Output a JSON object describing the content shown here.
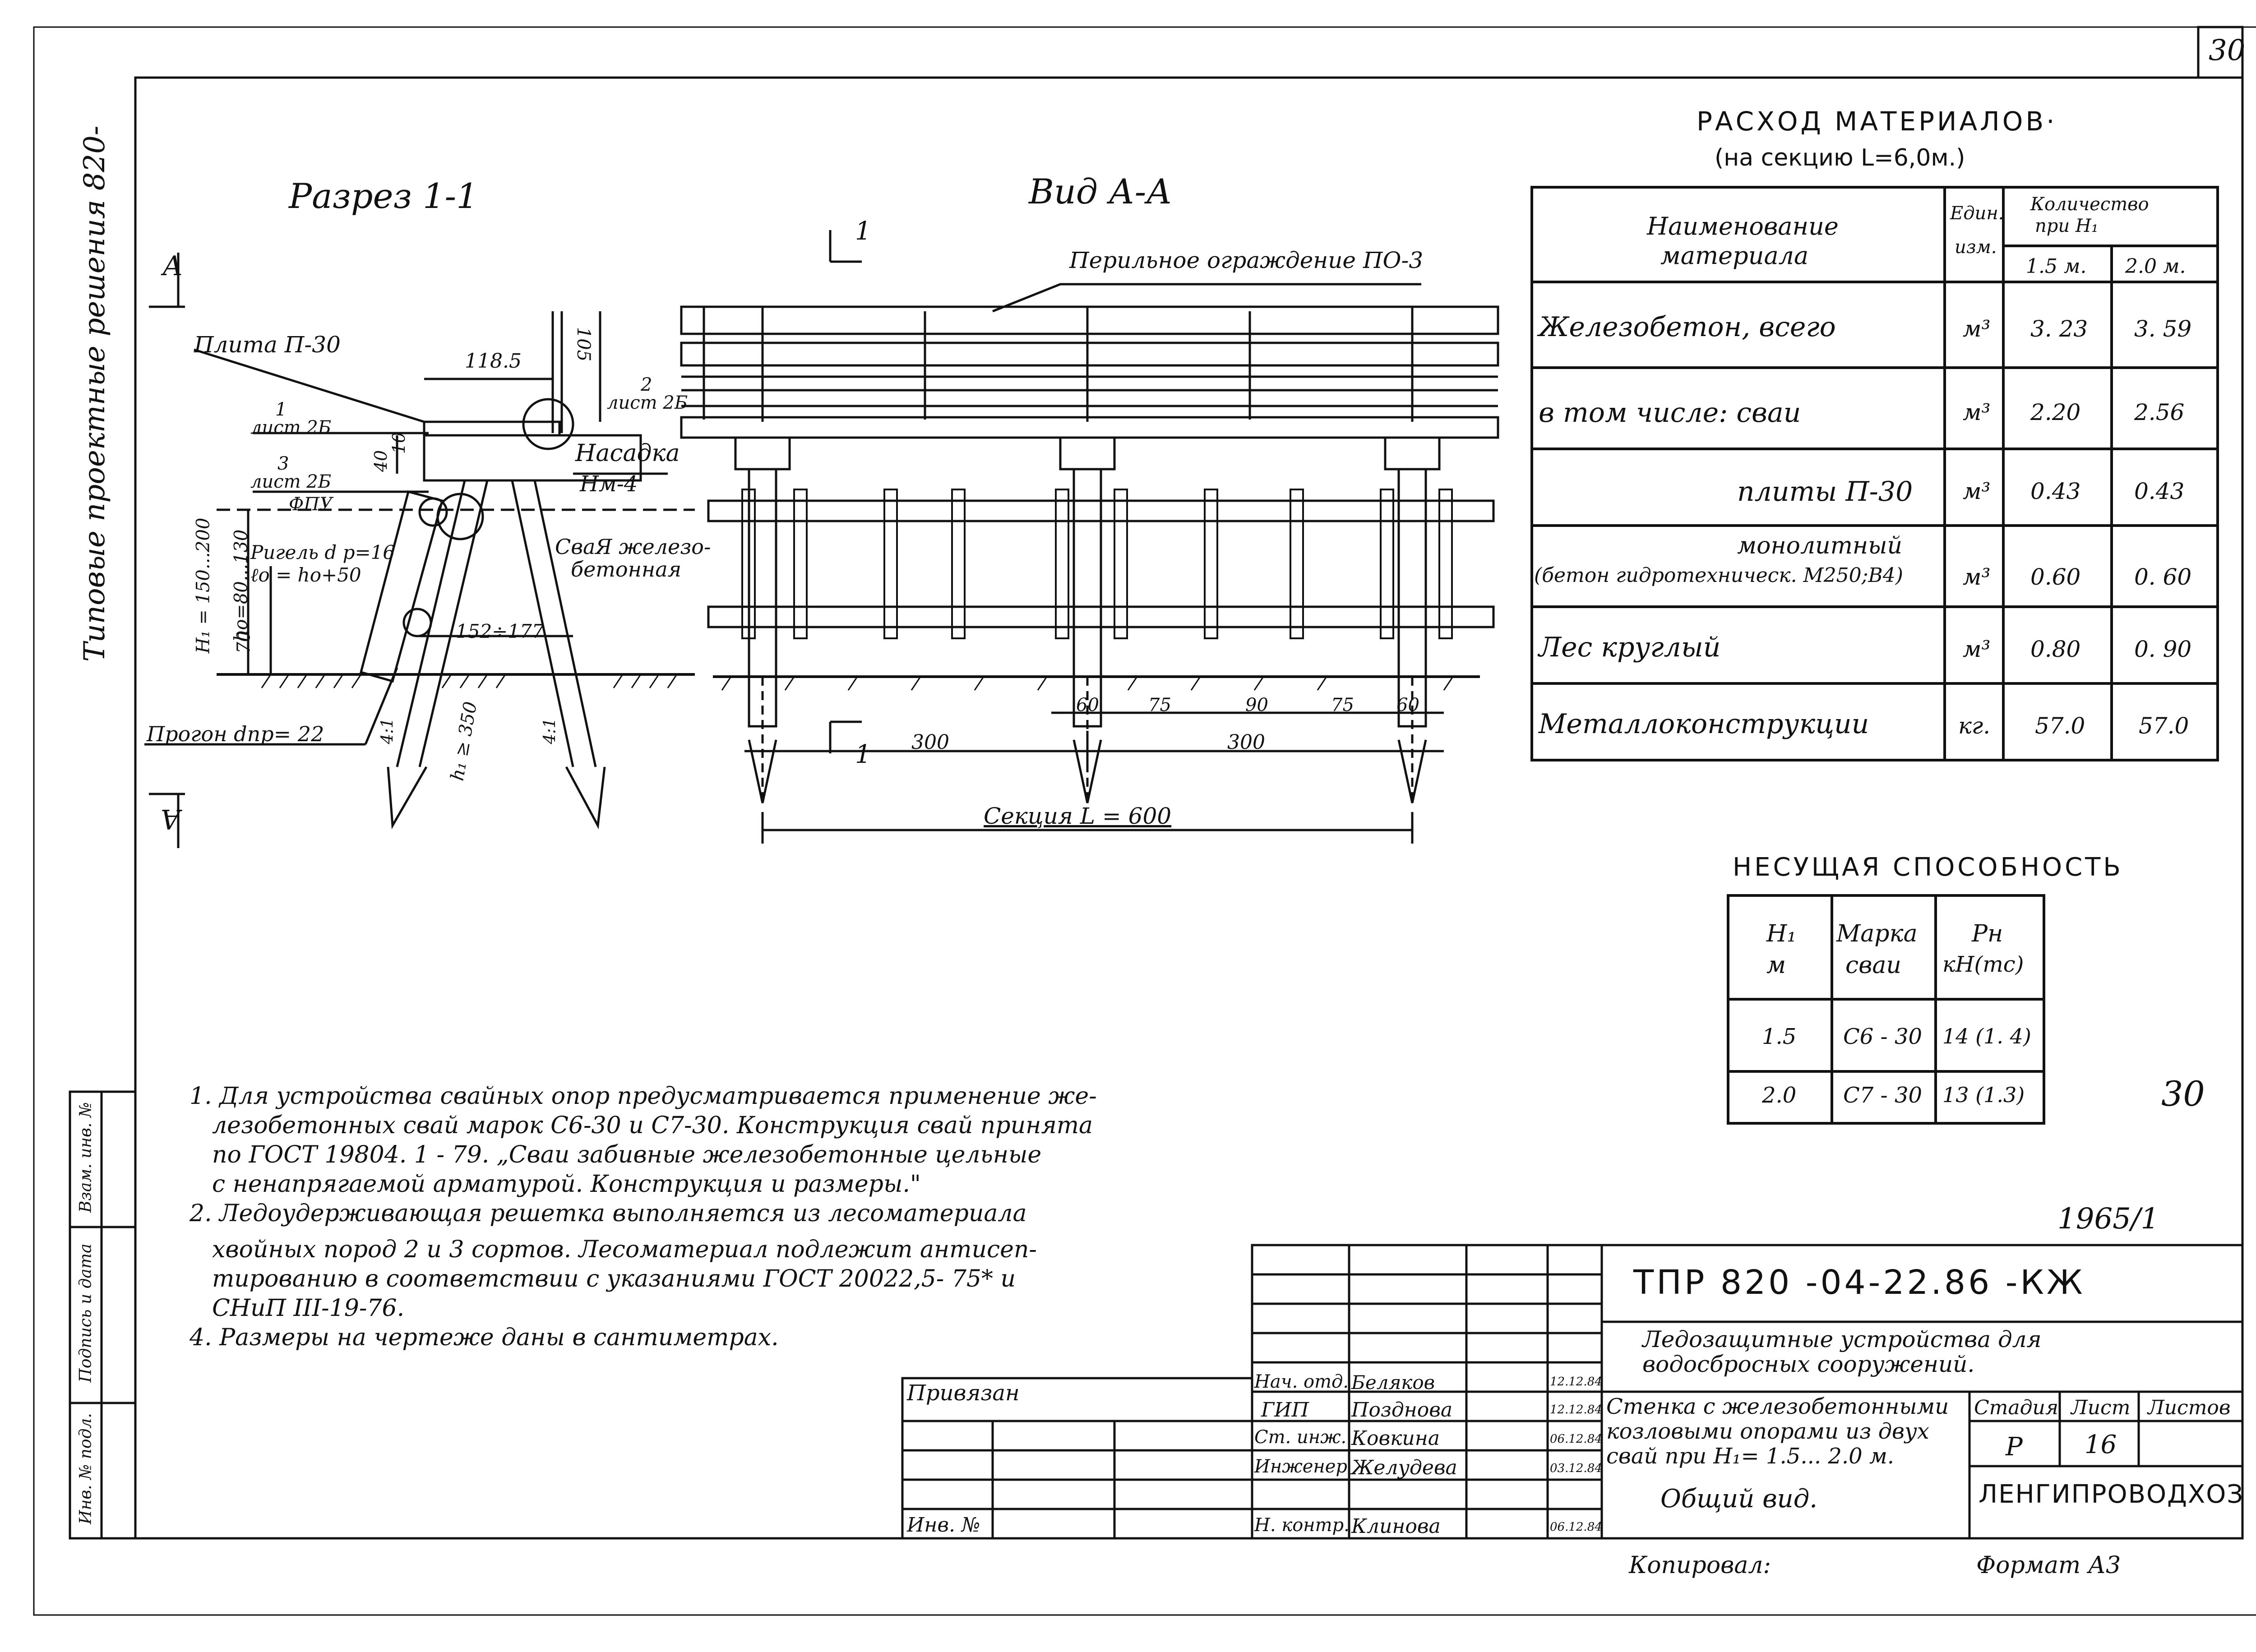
{
  "sheet": {
    "page_number": "30",
    "side_label": "Типовые проектные решения 820-"
  },
  "section_1_1": {
    "title": "Разрез 1-1",
    "view_marker": "А",
    "labels": {
      "plita": "Плита П-30",
      "list2b_a_num": "1",
      "list2b_a": "лист 2Б",
      "list2b_b_num": "2",
      "list2b_b": "лист 2Б",
      "list2b_c_num": "3",
      "list2b_c": "лист 2Б",
      "fpu": "ФПУ",
      "nasadka_1": "Насадка",
      "nasadka_2": "Нм-4",
      "rigel_1": "Ригель d р=16",
      "rigel_2": "ℓо = hо+50",
      "svaya_1": "СваЯ железо-",
      "svaya_2": "бетонная",
      "progon": "Прогон dпр= 22",
      "h1": "H₁ = 150...200",
      "h0": "hо=80...130",
      "dim_118": "118.5",
      "dim_105": "105",
      "dim_40": "40",
      "dim_10": "10",
      "dim_70": "70",
      "dim_152": "152÷177",
      "dim_350": "h₁ ≥ 350",
      "slope_a": "4:1",
      "slope_b": "4:1"
    }
  },
  "view_a_a": {
    "title": "Вид А-А",
    "railing": "Перильное ограждение ПО-3",
    "cut_mark": "1",
    "dims": {
      "d60a": "60",
      "d75a": "75",
      "d90": "90",
      "d75b": "75",
      "d60b": "60",
      "d300a": "300",
      "d300b": "300",
      "section": "Секция L = 600"
    }
  },
  "materials": {
    "title": "РАСХОД МАТЕРИАЛОВ·",
    "subtitle": "(на секцию L=6,0м.)",
    "head_name_1": "Наименование",
    "head_name_2": "материала",
    "head_unit_1": "Един.",
    "head_unit_2": "изм.",
    "head_qty_1": "Количество",
    "head_qty_2": "при H₁",
    "head_h15": "1.5 м.",
    "head_h20": "2.0 м.",
    "rows": [
      {
        "name": "Железобетон, всего",
        "unit": "м³",
        "v1": "3. 23",
        "v2": "3. 59"
      },
      {
        "name": "в том числе: сваи",
        "unit": "м³",
        "v1": "2.20",
        "v2": "2.56"
      },
      {
        "name": "плиты П-30",
        "unit": "м³",
        "v1": "0.43",
        "v2": "0.43"
      },
      {
        "name": "монолитный",
        "name2": "(бетон гидротехническ. М250;В4)",
        "unit": "м³",
        "v1": "0.60",
        "v2": "0. 60"
      },
      {
        "name": "Лес круглый",
        "unit": "м³",
        "v1": "0.80",
        "v2": "0. 90"
      },
      {
        "name": "Металлоконструкции",
        "unit": "кг.",
        "v1": "57.0",
        "v2": "57.0"
      }
    ]
  },
  "capacity": {
    "title": "НЕСУЩАЯ СПОСОБНОСТЬ",
    "head_h_1": "H₁",
    "head_h_2": "м",
    "head_mark_1": "Марка",
    "head_mark_2": "сваи",
    "head_p_1": "Pн",
    "head_p_2": "кН(тс)",
    "rows": [
      {
        "h": "1.5",
        "mark": "С6 - 30",
        "p": "14 (1. 4)"
      },
      {
        "h": "2.0",
        "mark": "С7 - 30",
        "p": "13 (1.3)"
      }
    ],
    "side_number": "30"
  },
  "notes": [
    "1. Для устройства свайных опор предусматривается применение же-",
    "лезобетонных свай марок С6-30 и С7-30. Конструкция свай принята",
    "по ГОСТ 19804. 1 - 79. „Сваи забивные железобетонные цельные",
    "с ненапрягаемой арматурой. Конструкция и размеры.\"",
    "2. Ледоудерживающая решетка выполняется из лесоматериала",
    "хвойных пород 2 и 3 сортов. Лесоматериал подлежит антисеп-",
    "тированию в соответствии с указаниями ГОСТ 20022,5- 75* и",
    "СНиП III-19-76.",
    "4. Размеры на чертеже даны в сантиметрах."
  ],
  "stamp": {
    "inventory": "1965/1",
    "code": "ТПР 820 -04-22.86 -КЖ",
    "project_1": "Ледозащитные устройства для",
    "project_2": "водосбросных сооружений.",
    "privyazan": "Привязан",
    "inv_no": "Инв. №",
    "sheet_title_1": "Стенка с железобетонными",
    "sheet_title_2": "козловыми опорами из двух",
    "sheet_title_3": "свай при H₁= 1.5... 2.0 м.",
    "view_name": "Общий вид.",
    "stage_label": "Стадия",
    "sheet_label": "Лист",
    "sheets_label": "Листов",
    "stage": "Р",
    "sheet_no": "16",
    "org": "ЛЕНГИПРОВОДХОЗ",
    "people": [
      {
        "role": "Нач. отд.",
        "name": "Беляков",
        "date": "12.12.84"
      },
      {
        "role": "ГИП",
        "name": "Позднова",
        "date": "12.12.84"
      },
      {
        "role": "Ст. инж.",
        "name": "Ковкина",
        "date": "06.12.84"
      },
      {
        "role": "Инженер",
        "name": "Желудева",
        "date": "03.12.84"
      },
      {
        "role": "Н. контр.",
        "name": "Клинова",
        "date": "06.12.84"
      }
    ],
    "copied": "Копировал:",
    "format": "Формат А3"
  },
  "left_strip": {
    "vzam": "Взам. инв. №",
    "podpis": "Подпись и дата",
    "inv_podl": "Инв. № подл."
  }
}
